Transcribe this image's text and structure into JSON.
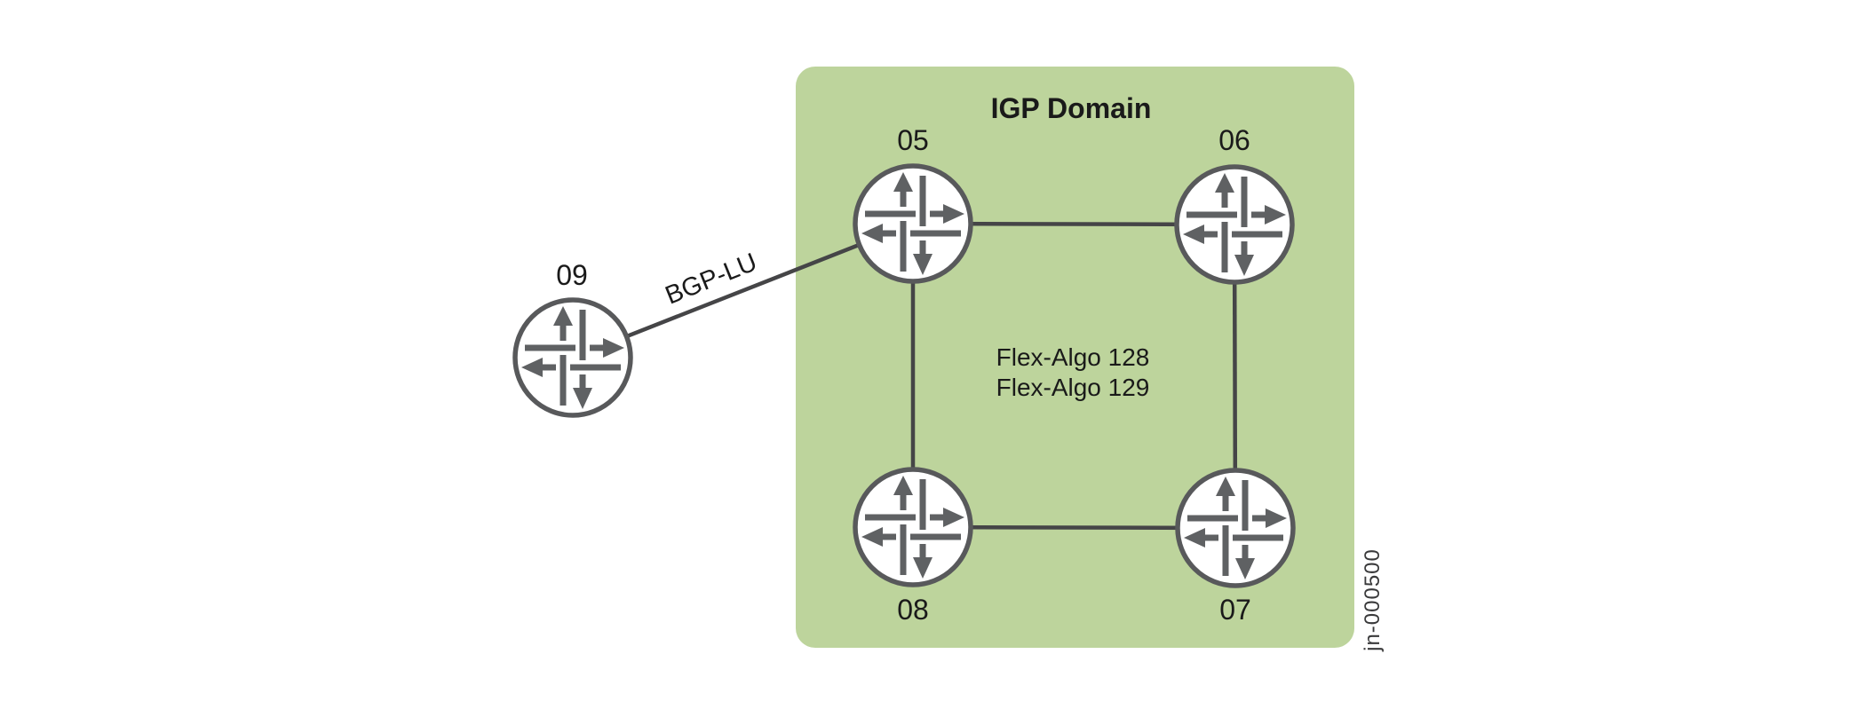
{
  "figure_id": "jn-000500",
  "domain_box": {
    "title": "IGP Domain",
    "annotations": [
      "Flex-Algo 128",
      "Flex-Algo 129"
    ],
    "fill_color": "#bdd49c"
  },
  "nodes": [
    {
      "id": "router-05",
      "label": "05",
      "inside_igp_domain": true
    },
    {
      "id": "router-06",
      "label": "06",
      "inside_igp_domain": true
    },
    {
      "id": "router-07",
      "label": "07",
      "inside_igp_domain": true
    },
    {
      "id": "router-08",
      "label": "08",
      "inside_igp_domain": true
    },
    {
      "id": "router-09",
      "label": "09",
      "inside_igp_domain": false
    }
  ],
  "links": [
    {
      "from": "09",
      "to": "05",
      "label": "BGP-LU"
    },
    {
      "from": "05",
      "to": "06",
      "label": ""
    },
    {
      "from": "05",
      "to": "08",
      "label": ""
    },
    {
      "from": "06",
      "to": "07",
      "label": ""
    },
    {
      "from": "08",
      "to": "07",
      "label": ""
    }
  ],
  "colors": {
    "domain_fill": "#bdd49c",
    "router_circle_stroke": "#58595b",
    "router_arrows": "#5f6163",
    "link_stroke": "#454547",
    "label_text": "#1a1a1a",
    "figure_id_text": "#3a3a3b"
  }
}
